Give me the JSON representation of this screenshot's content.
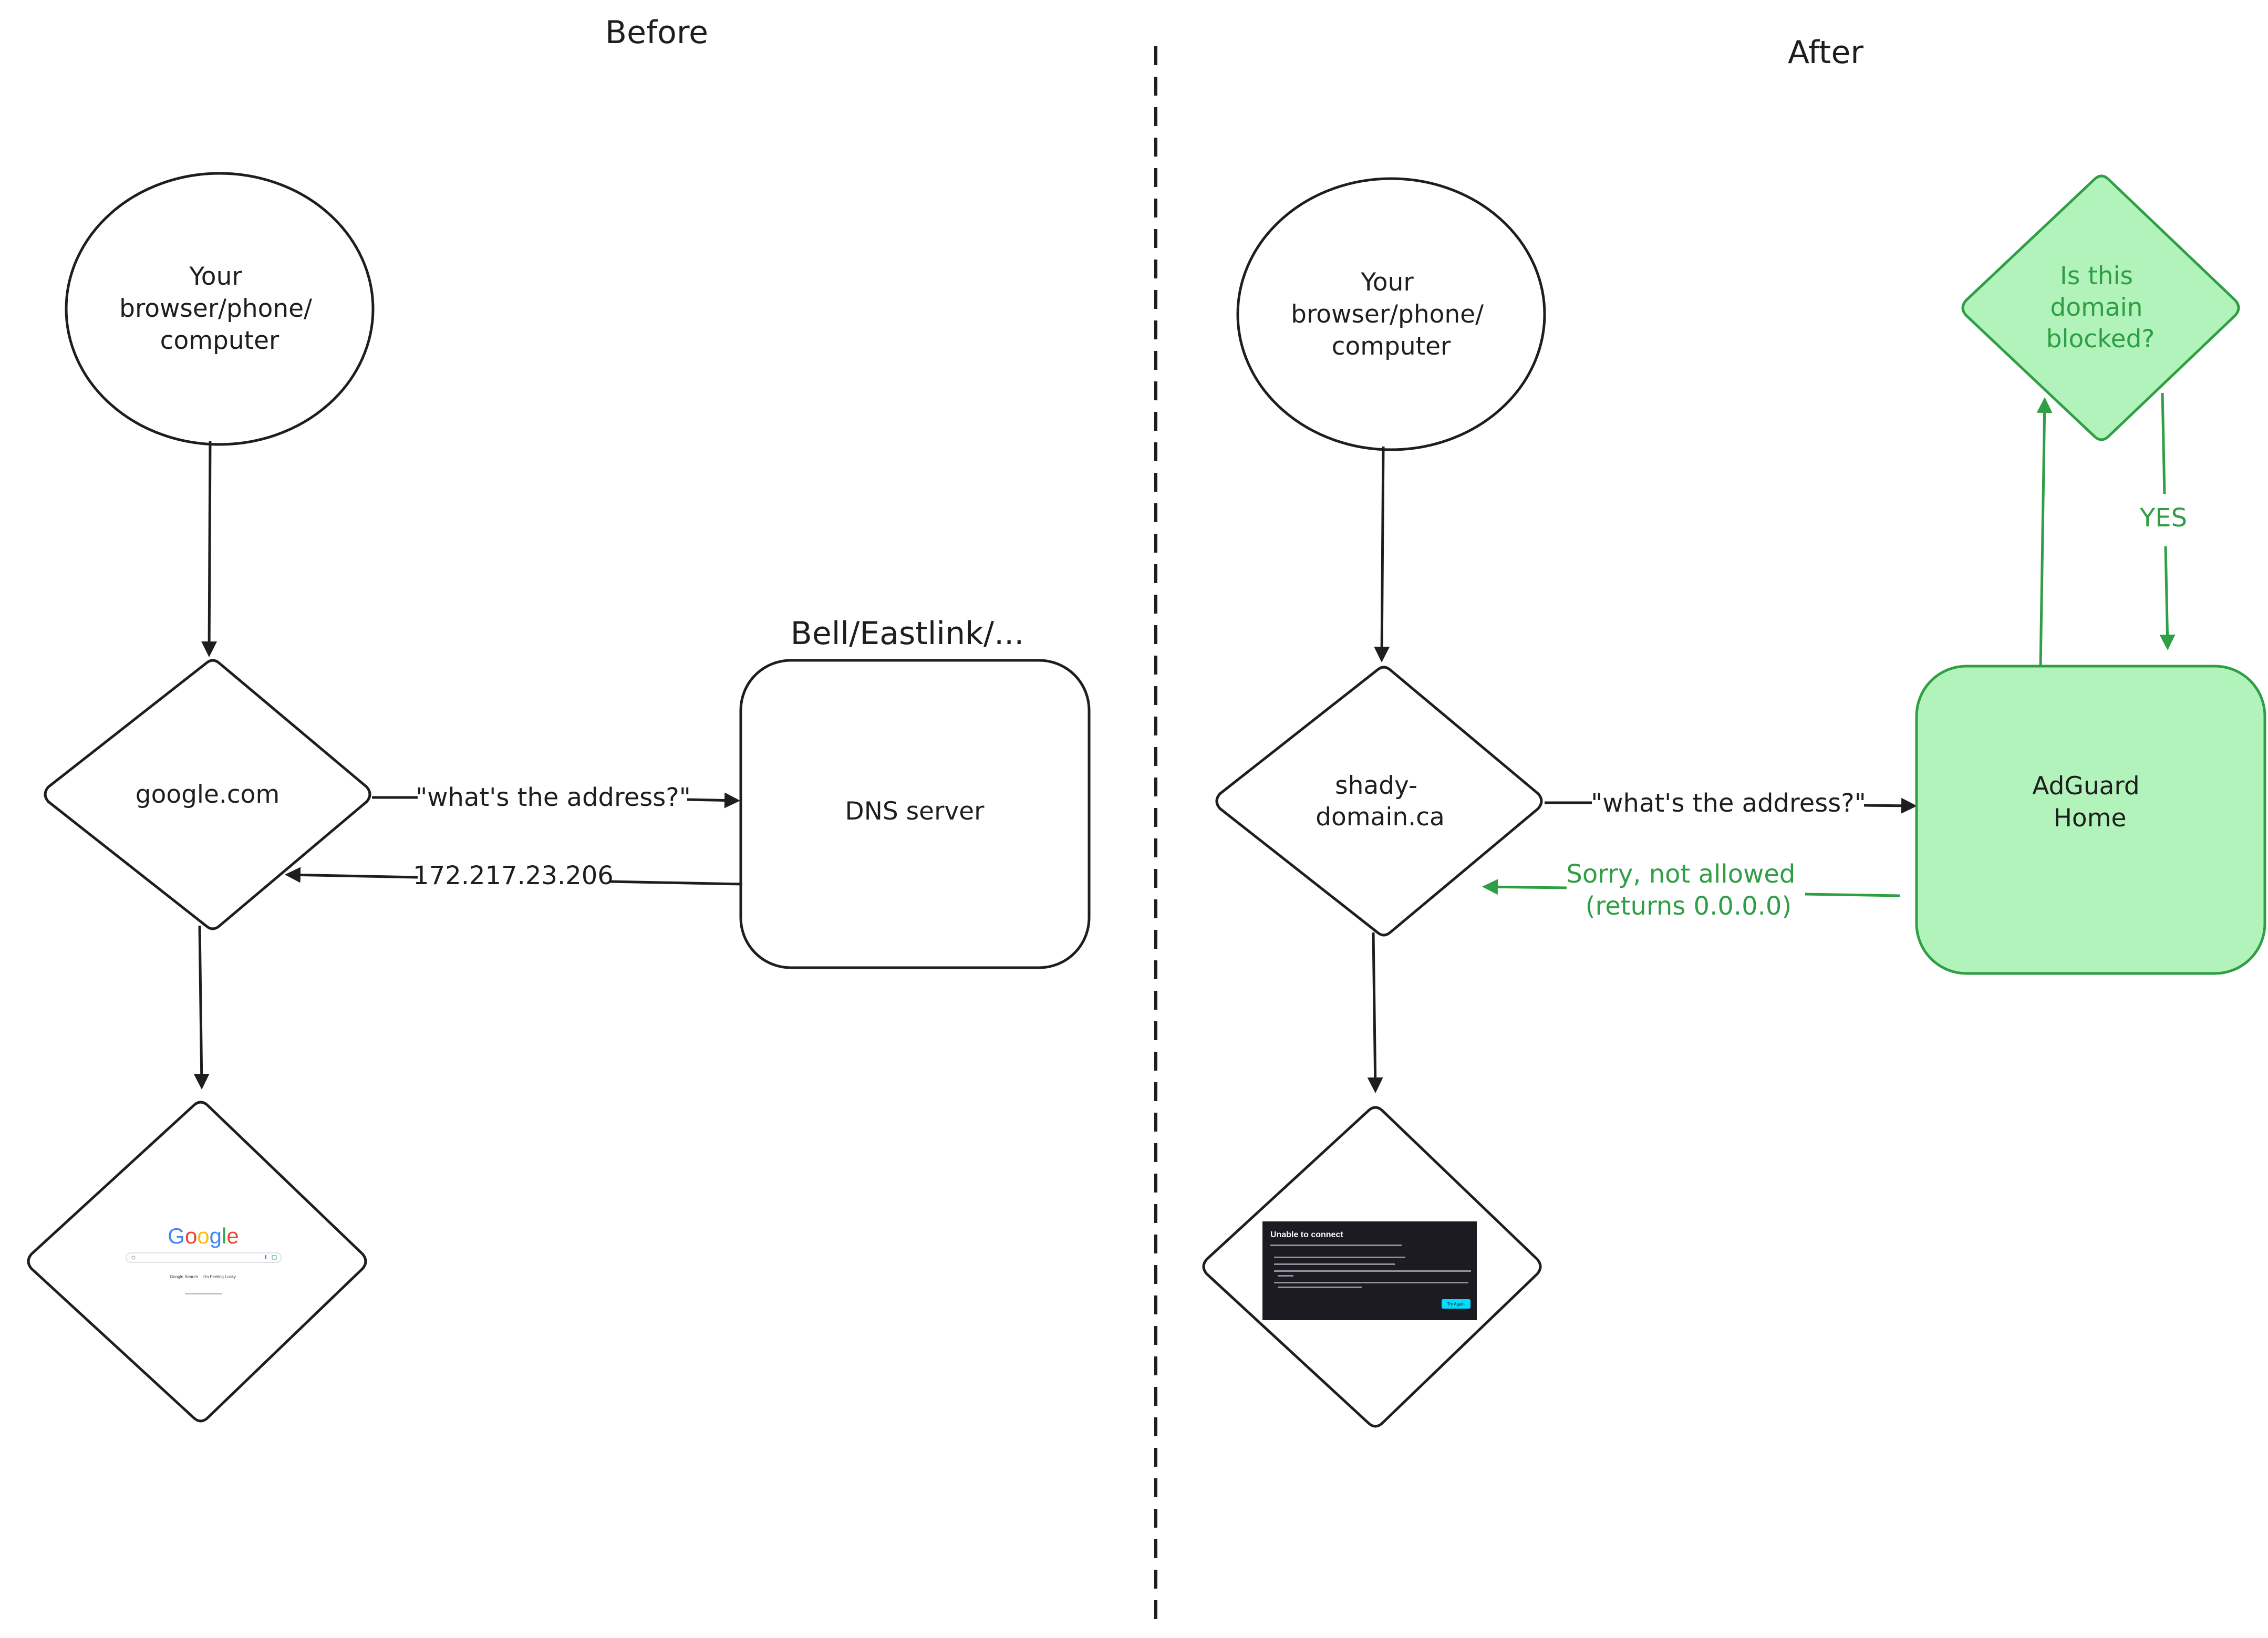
{
  "sections": {
    "before_title": "Before",
    "after_title": "After"
  },
  "before": {
    "client_lines": [
      "Your",
      "browser/phone/",
      "computer"
    ],
    "domain_label": "google.com",
    "isp_label": "Bell/Eastlink/...",
    "dns_label": "DNS server",
    "query_label": "\"what's the address?\"",
    "response_label": "172.217.23.206",
    "result_screenshot": {
      "logo_letters": [
        "G",
        "o",
        "o",
        "g",
        "l",
        "e"
      ],
      "logo_colors": [
        "#4285f4",
        "#ea4335",
        "#fbbc05",
        "#4285f4",
        "#34a853",
        "#ea4335"
      ],
      "buttons": [
        "Google Search",
        "I'm Feeling Lucky"
      ]
    }
  },
  "after": {
    "client_lines": [
      "Your",
      "browser/phone/",
      "computer"
    ],
    "domain_lines": [
      "shady-",
      "domain.ca"
    ],
    "query_label": "\"what's the address?\"",
    "adguard_lines": [
      "AdGuard",
      "Home"
    ],
    "blocked_question_lines": [
      "Is this",
      "domain",
      "blocked?"
    ],
    "yes_label": "YES",
    "response_lines": [
      "Sorry, not allowed",
      "(returns 0.0.0.0)"
    ],
    "error_screenshot": {
      "title": "Unable to connect",
      "button": "Try Again"
    }
  },
  "colors": {
    "stroke": "#1e1e1e",
    "green_stroke": "#2f9e44",
    "green_fill": "#b2f2bb",
    "error_bg": "#1c1b22",
    "error_button": "#00ddff"
  }
}
